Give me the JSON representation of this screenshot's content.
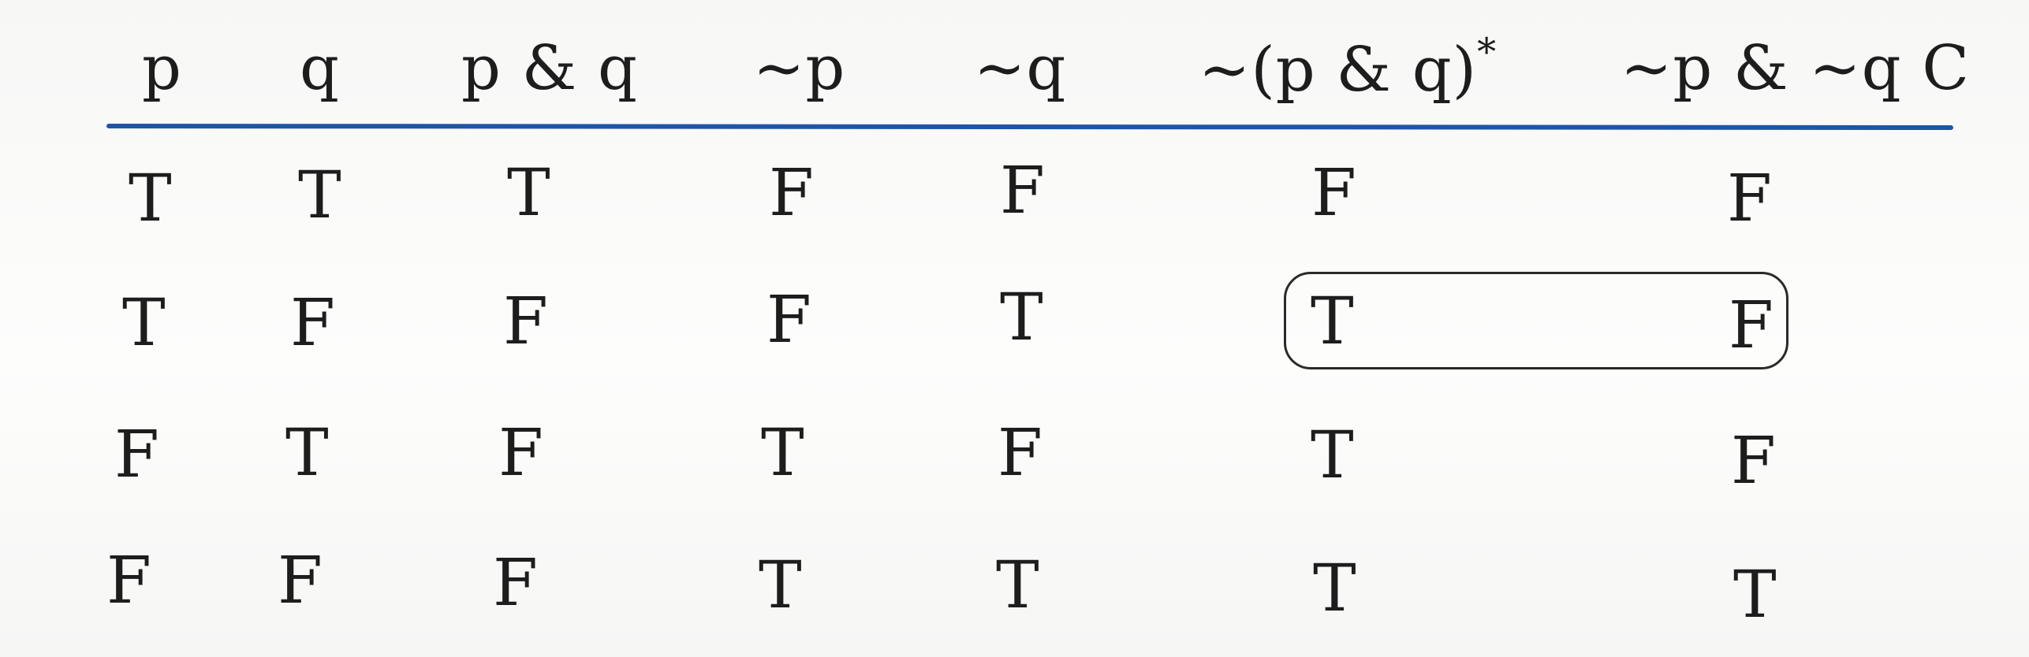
{
  "table": {
    "headers": {
      "p": "p",
      "q": "q",
      "p_and_q": "p & q",
      "not_p": "~p",
      "not_q": "~q",
      "not_p_and_q": "~(p & q)",
      "not_p_and_q_mark": "*",
      "not_p_and_not_q": "~p & ~q C"
    },
    "rows": [
      {
        "p": "T",
        "q": "T",
        "pq": "T",
        "np": "F",
        "nq": "F",
        "npq": "F",
        "npnq": "F"
      },
      {
        "p": "T",
        "q": "F",
        "pq": "F",
        "np": "F",
        "nq": "T",
        "npq": "T",
        "npnq": "F"
      },
      {
        "p": "F",
        "q": "T",
        "pq": "F",
        "np": "T",
        "nq": "F",
        "npq": "T",
        "npnq": "F"
      },
      {
        "p": "F",
        "q": "F",
        "pq": "F",
        "np": "T",
        "nq": "T",
        "npq": "T",
        "npnq": "T"
      }
    ]
  },
  "colors": {
    "header_rule": "#1f55a6",
    "text": "#1d1d1d",
    "highlight_box": "#2a2a2a"
  },
  "highlighted_row_index": 1
}
